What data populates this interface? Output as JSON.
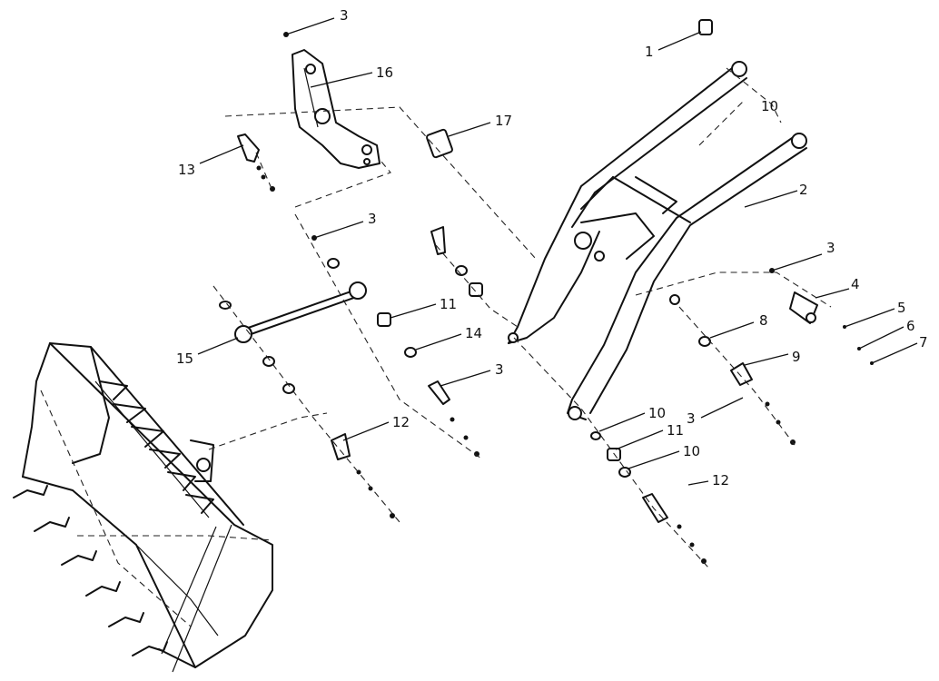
{
  "diagram": {
    "callouts": [
      {
        "key": "1",
        "text": "1"
      },
      {
        "key": "2",
        "text": "2"
      },
      {
        "key": "3a",
        "text": "3"
      },
      {
        "key": "3b",
        "text": "3"
      },
      {
        "key": "3c",
        "text": "3"
      },
      {
        "key": "3d",
        "text": "3"
      },
      {
        "key": "3e",
        "text": "3"
      },
      {
        "key": "4",
        "text": "4"
      },
      {
        "key": "5",
        "text": "5"
      },
      {
        "key": "6",
        "text": "6"
      },
      {
        "key": "7",
        "text": "7"
      },
      {
        "key": "8",
        "text": "8"
      },
      {
        "key": "9",
        "text": "9"
      },
      {
        "key": "10a",
        "text": "10"
      },
      {
        "key": "10b",
        "text": "10"
      },
      {
        "key": "10c",
        "text": "10"
      },
      {
        "key": "11a",
        "text": "11"
      },
      {
        "key": "11b",
        "text": "11"
      },
      {
        "key": "12a",
        "text": "12"
      },
      {
        "key": "12b",
        "text": "12"
      },
      {
        "key": "13",
        "text": "13"
      },
      {
        "key": "14",
        "text": "14"
      },
      {
        "key": "15",
        "text": "15"
      },
      {
        "key": "16",
        "text": "16"
      },
      {
        "key": "17",
        "text": "17"
      }
    ]
  }
}
